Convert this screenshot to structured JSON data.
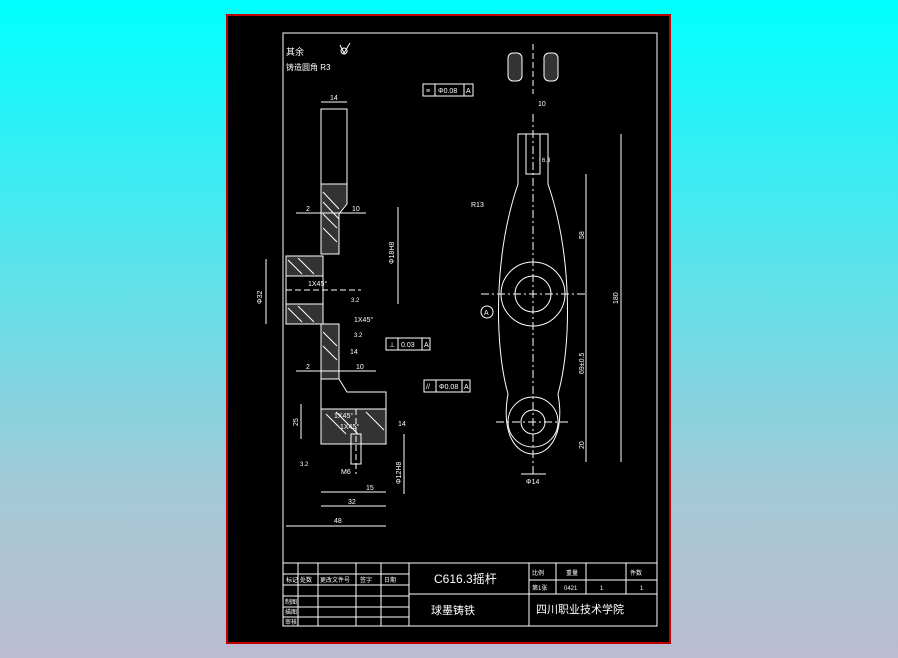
{
  "notes": {
    "label": "其余",
    "fillet": "铸造圆角 R3"
  },
  "part_name": "C616.3摇杆",
  "material": "球墨铸铁",
  "school": "四川职业技术学院",
  "title_block": {
    "scale_label": "比例",
    "count_label": "件数",
    "qty": "1",
    "weight_label": "重量",
    "sheet_label": "第1张",
    "drawing_no": "0421",
    "sheet_a": "1",
    "sheet_b": "1",
    "designed": "制图",
    "checked": "描图",
    "approved": "审核",
    "rev": "标记",
    "zone": "处数",
    "file": "更改文件号",
    "sign": "签字",
    "date": "日期"
  },
  "dimensions": {
    "top_width": "14",
    "d2a": "2",
    "d10a": "10",
    "bore_dia": "Φ18H8",
    "hub_dia": "Φ32",
    "chamfer1": "1X45°",
    "chamfer2": "1X45°",
    "chamfer3": "1X45°",
    "chamfer4": "1X45°",
    "ra1": "3.2",
    "ra2": "3.2",
    "ra3": "3.2",
    "ra4": "6.3",
    "w14": "14",
    "d2b": "2",
    "d10b": "10",
    "h25": "25",
    "w14b": "14",
    "hole_dia": "Φ12H8",
    "thread": "M6",
    "w32": "32",
    "w15": "15",
    "w48": "48",
    "slot_width": "10",
    "dist58": "58",
    "dist180": "180",
    "dist69": "69±0.5",
    "dist20": "20",
    "r13": "R13",
    "d14": "Φ14",
    "datum": "A"
  },
  "tolerances": {
    "sym": {
      "symbol": "≡",
      "value": "Φ0.08",
      "ref": "A"
    },
    "perp": {
      "symbol": "⊥",
      "value": "0.03",
      "ref": "A"
    },
    "par": {
      "symbol": "//",
      "value": "Φ0.08",
      "ref": "A"
    }
  },
  "colors": {
    "frame_outer": "#ff0000",
    "lines": "#ffffff",
    "background": "#000000"
  }
}
